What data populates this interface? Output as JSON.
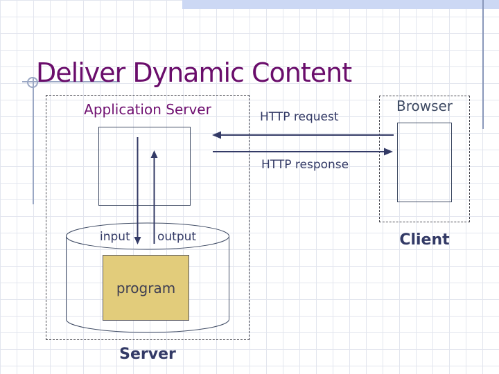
{
  "slide": {
    "title": "Deliver Dynamic Content"
  },
  "server_group": {
    "box_label": "Application Server",
    "caption": "Server",
    "input_label": "input",
    "output_label": "output",
    "program_label": "program"
  },
  "client_group": {
    "box_label": "Browser",
    "caption": "Client"
  },
  "connections": {
    "request_label": "HTTP request",
    "response_label": "HTTP response"
  },
  "colors": {
    "title_purple": "#6A0D6B",
    "label_purple": "#6F0F70",
    "navy_text": "#333A66",
    "slate_outline": "#3E4A63",
    "program_fill": "#E2CC7B",
    "program_text": "#3E3E52",
    "top_bar": "#CCD8F4",
    "ornament_blue": "#9AA7C4",
    "grid_line": "#E2E5EE",
    "dashed_border": "#43434B"
  }
}
